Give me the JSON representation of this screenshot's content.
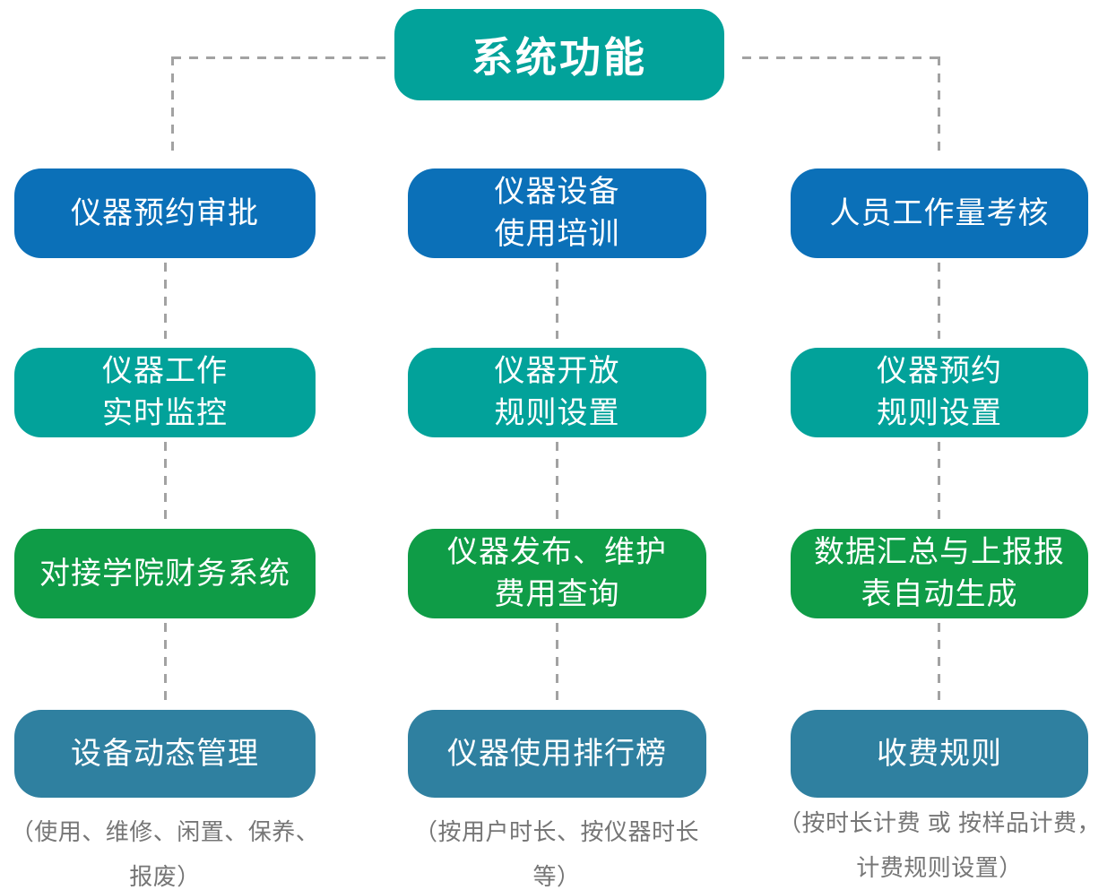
{
  "diagram": {
    "title": "系统功能",
    "columns": [
      {
        "boxes": [
          {
            "lines": [
              "仪器预约审批"
            ]
          },
          {
            "lines": [
              "仪器工作",
              "实时监控"
            ]
          },
          {
            "lines": [
              "对接学院财务系统"
            ]
          },
          {
            "lines": [
              "设备动态管理"
            ]
          }
        ],
        "caption_lines": [
          "（使用、维修、闲置、保养、报废）"
        ]
      },
      {
        "boxes": [
          {
            "lines": [
              "仪器设备",
              "使用培训"
            ]
          },
          {
            "lines": [
              "仪器开放",
              "规则设置"
            ]
          },
          {
            "lines": [
              "仪器发布、维护",
              "费用查询"
            ]
          },
          {
            "lines": [
              "仪器使用排行榜"
            ]
          }
        ],
        "caption_lines": [
          "（按用户时长、按仪器时长等）"
        ]
      },
      {
        "boxes": [
          {
            "lines": [
              "人员工作量考核"
            ]
          },
          {
            "lines": [
              "仪器预约",
              "规则设置"
            ]
          },
          {
            "lines": [
              "数据汇总与上报报",
              "表自动生成"
            ]
          },
          {
            "lines": [
              "收费规则"
            ]
          }
        ],
        "caption_lines": [
          "（按时长计费 或 按样品计费，",
          "计费规则设置）"
        ]
      }
    ]
  },
  "colors": {
    "title_teal": "#02a29a",
    "row1_blue": "#0b70b8",
    "row2_teal": "#02a29a",
    "row3_green": "#0f9c47",
    "row4_steel": "#2f80a0",
    "connector_gray": "#a2a2a2",
    "caption_gray": "#767676",
    "text_white": "#ffffff"
  }
}
